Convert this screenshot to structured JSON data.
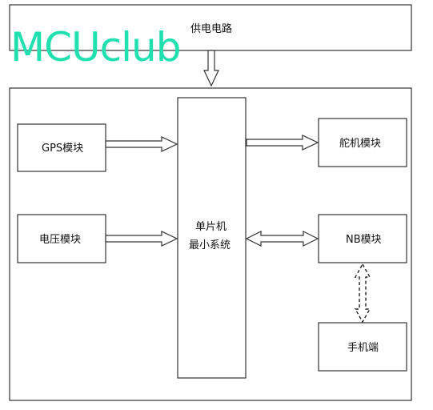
{
  "watermark": {
    "text": "MCUclub",
    "color": "#20e0b0"
  },
  "diagram": {
    "power": "供电电路",
    "mcu_line1": "单片机",
    "mcu_line2": "最小系统",
    "gps": "GPS模块",
    "voltage": "电压模块",
    "servo": "舵机模块",
    "nb": "NB模块",
    "phone": "手机端"
  },
  "colors": {
    "stroke": "#333333",
    "background": "#ffffff"
  }
}
